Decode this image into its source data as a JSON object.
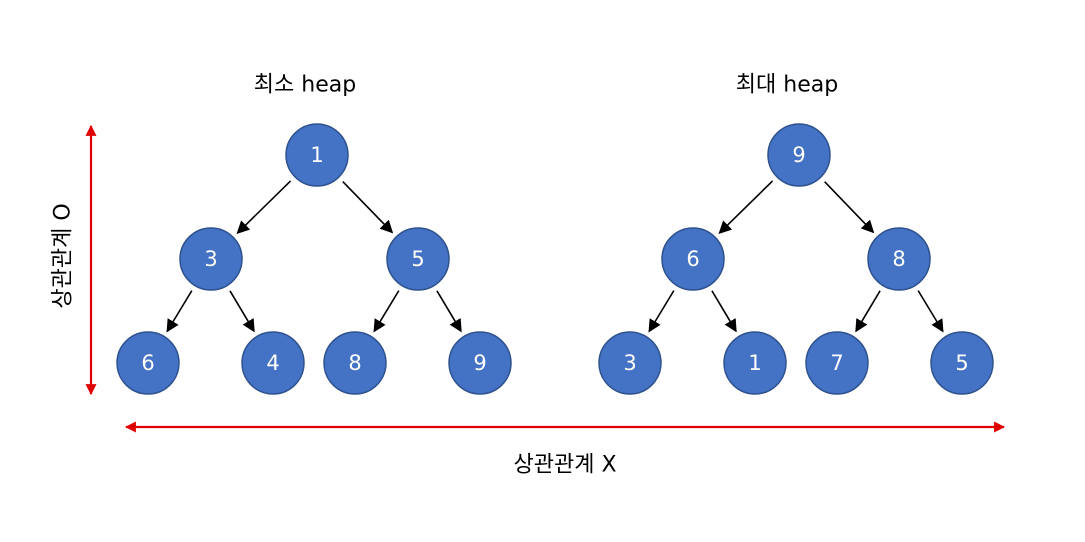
{
  "diagram": {
    "colors": {
      "node_fill": "#4472C4",
      "node_stroke": "#2F528F",
      "axis": "#E00000",
      "edge": "#000000"
    },
    "min_heap": {
      "title": "최소 heap",
      "nodes": [
        "1",
        "3",
        "5",
        "6",
        "4",
        "8",
        "9"
      ]
    },
    "max_heap": {
      "title": "최대 heap",
      "nodes": [
        "9",
        "6",
        "8",
        "3",
        "1",
        "7",
        "5"
      ]
    },
    "vertical_axis": {
      "label": "상관관계 O"
    },
    "horizontal_axis": {
      "label": "상관관계 X"
    }
  }
}
